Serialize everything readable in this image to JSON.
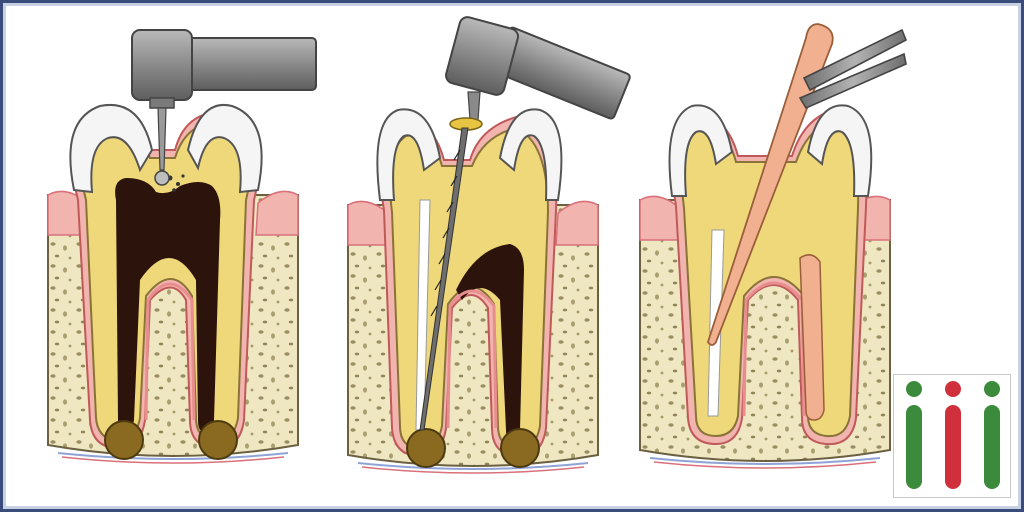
{
  "colors": {
    "frame": "#3a4d7a",
    "bone": "#efe6c2",
    "bone_spots": "#9a8f62",
    "gum": "#f2b4ae",
    "gum_edge": "#d9707a",
    "enamel": "#f5f5f5",
    "dentin": "#eed87a",
    "pulp_infected": "#2c130c",
    "pulp_canal_outline": "#e88e8e",
    "abscess": "#8a6a20",
    "instrument_metal": "#8d8d8d",
    "gutta_percha": "#f1b190",
    "logo_green": "#3c8a3c",
    "logo_red": "#d0303c"
  },
  "stages": [
    {
      "id": "access-opening",
      "instrument": "drill-icon"
    },
    {
      "id": "canal-cleaning",
      "instrument": "endodontic-file-icon"
    },
    {
      "id": "canal-filling",
      "instrument": "tweezers-icon"
    }
  ],
  "logo": {
    "icon": "ili-logo-icon",
    "letters": "ili"
  }
}
